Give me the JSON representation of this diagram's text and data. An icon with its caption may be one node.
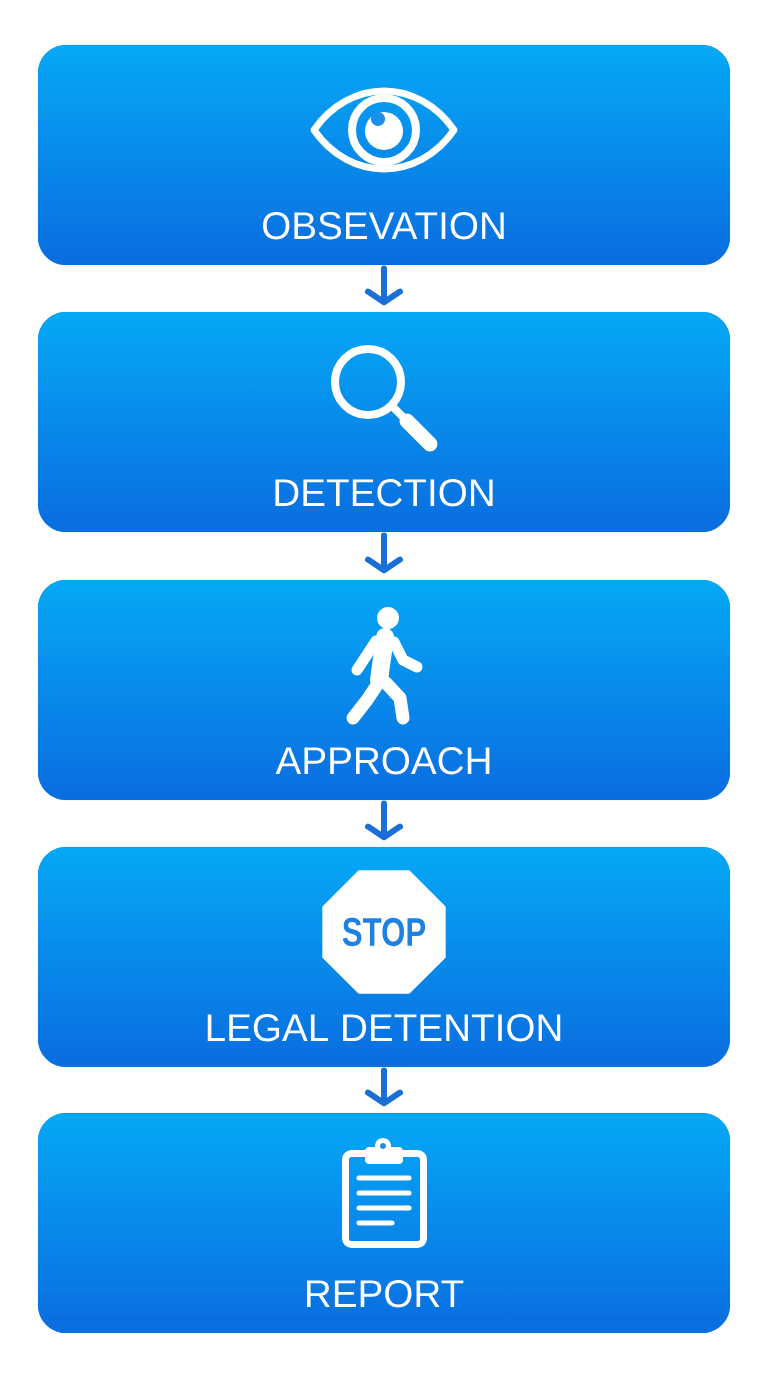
{
  "diagram": {
    "nodes": [
      {
        "text": [
          "OBSEVATION"
        ]
      },
      {
        "text": [
          "DETECTION"
        ]
      },
      {
        "text": [
          "APPROACH"
        ]
      },
      {
        "text": [
          "LEGAL DETENTION"
        ]
      },
      {
        "text": [
          "STOP"
        ],
        "in": 3
      },
      {
        "text": [
          "REPORT"
        ]
      }
    ],
    "edges": [
      {
        "from": 0,
        "to": 1,
        "arrow": "to"
      },
      {
        "from": 1,
        "to": 2,
        "arrow": "to"
      },
      {
        "from": 2,
        "to": 3,
        "arrow": "to"
      },
      {
        "from": 3,
        "to": 5,
        "arrow": "to"
      }
    ]
  }
}
